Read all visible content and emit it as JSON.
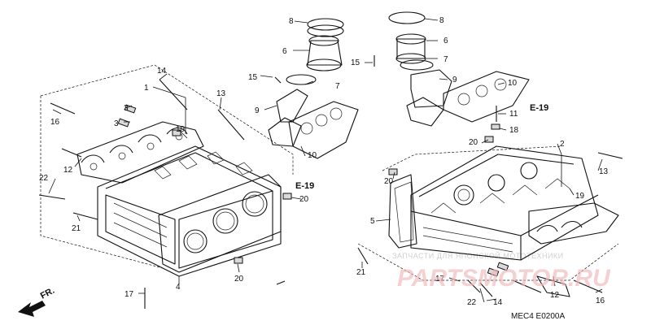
{
  "diagram": {
    "figure_code": "MEC4  E0200A",
    "front_marker": "FR.",
    "reference_labels": [
      "E-19",
      "E-19"
    ],
    "watermark": {
      "caption": "ЗАПЧАСТИ ДЛЯ ЯПОНСКОЙ МОТОТЕХНИКИ",
      "logo": "PARTSMOTOR.RU"
    },
    "callouts": {
      "left": [
        "14",
        "1",
        "13",
        "3",
        "3",
        "16",
        "19",
        "12",
        "22",
        "21",
        "4",
        "20",
        "20",
        "17",
        "15",
        "9",
        "8",
        "6",
        "7",
        "10"
      ],
      "right": [
        "8",
        "6",
        "7",
        "15",
        "9",
        "10",
        "11",
        "18",
        "20",
        "2",
        "20",
        "13",
        "5",
        "19",
        "21",
        "17",
        "22",
        "14",
        "12",
        "16"
      ]
    },
    "colors": {
      "line": "#111111",
      "watermark_logo": "#f1b8b8",
      "watermark_text": "#cfcfcf"
    }
  }
}
